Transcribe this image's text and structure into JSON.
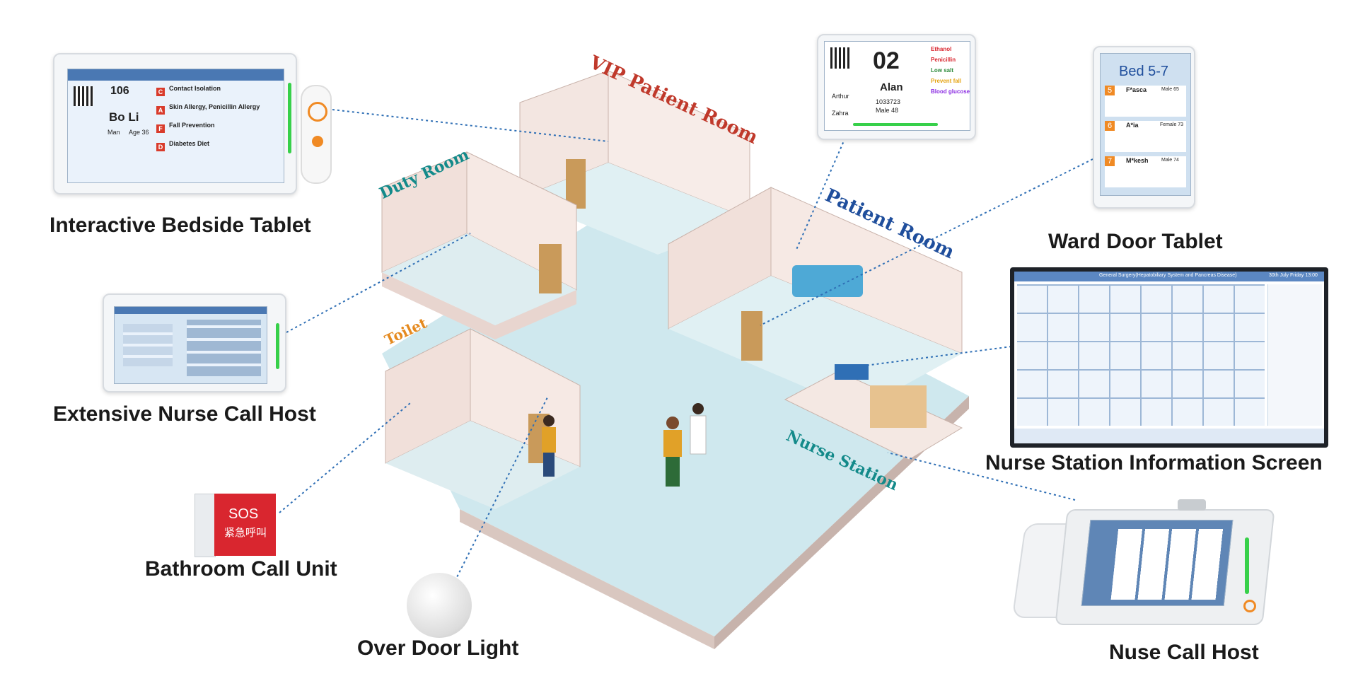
{
  "captions": {
    "bedside_tablet": "Interactive Bedside Tablet",
    "nurse_call_host_ext": "Extensive Nurse Call Host",
    "bathroom_unit": "Bathroom Call Unit",
    "over_door_light": "Over Door Light",
    "ward_door_tablet": "Ward Door Tablet",
    "nurse_station_screen": "Nurse Station Information Screen",
    "nurse_call_host": "Nuse Call Host"
  },
  "rooms": {
    "vip": "VIP Patient Room",
    "duty": "Duty Room",
    "patient": "Patient Room",
    "toilet": "Toilet",
    "nurse_station": "Nurse Station"
  },
  "colors": {
    "vip": "#c0392b",
    "duty": "#138a8a",
    "patient": "#1f4e9c",
    "toilet": "#e58a1f",
    "nurse_station": "#138a8a",
    "floor": "#cfe8ee",
    "wall": "#f1e4df",
    "connector": "#2f6fb5",
    "accent_green": "#37d04a",
    "sos_red": "#d9262f"
  },
  "bedside": {
    "number": "106",
    "name": "Bo Li",
    "gender": "Man",
    "age": "Age 36",
    "items": [
      {
        "code": "C",
        "label": "Contact Isolation"
      },
      {
        "code": "A",
        "label": "Skin Allergy, Penicillin Allergy"
      },
      {
        "code": "F",
        "label": "Fall Prevention"
      },
      {
        "code": "D",
        "label": "Diabetes Diet"
      }
    ]
  },
  "door_unit": {
    "bed": "02",
    "name": "Alan",
    "id": "1033723",
    "gender_age": "Male 48",
    "doctor": "Arthur",
    "nurse": "Zahra",
    "tags": [
      "Ethanol",
      "Penicillin",
      "Low salt",
      "Prevent fall",
      "Blood glucose"
    ]
  },
  "ward_tablet": {
    "title": "Bed 5-7",
    "beds": [
      {
        "num": "5",
        "name": "F*asca",
        "info": "Male 65"
      },
      {
        "num": "6",
        "name": "A*ia",
        "info": "Female 73"
      },
      {
        "num": "7",
        "name": "M*kesh",
        "info": "Male 74"
      }
    ]
  },
  "nurse_screen": {
    "header": "General Surgery(Hepatobiliary System and Pancreas Disease)",
    "time": "30th July  Friday  13:00"
  },
  "sos": {
    "line1": "SOS",
    "line2": "紧急呼叫"
  }
}
